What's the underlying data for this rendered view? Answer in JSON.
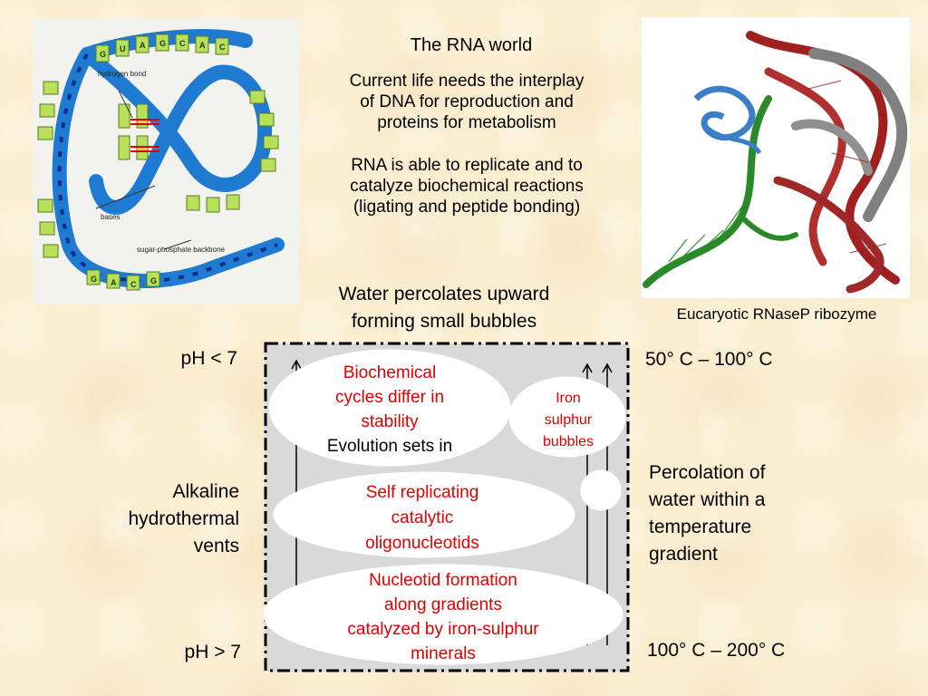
{
  "texts": {
    "title": "The RNA world",
    "interplay": [
      "Current life needs the interplay",
      "of DNA for reproduction and",
      "proteins for metabolism"
    ],
    "replicate": [
      "RNA is able to replicate and to",
      "catalyze biochemical reactions",
      "(ligating and peptide bonding)"
    ],
    "caption_ribozyme": "Eucaryotic RNaseP ribozyme",
    "water_percolates": [
      "Water percolates upward",
      "forming small bubbles"
    ],
    "ph_low": "pH < 7",
    "ph_high": "pH > 7",
    "temp_low": "50° C – 100° C",
    "temp_high": "100° C – 200° C",
    "alkaline": [
      "Alkaline",
      "hydrothermal",
      "vents"
    ],
    "percolation": [
      "Percolation of",
      "water within a",
      "temperature",
      "gradient"
    ]
  },
  "bubbles": {
    "biochemical_red": [
      "Biochemical",
      "cycles differ in",
      "stability"
    ],
    "biochemical_black": "Evolution sets in",
    "iron": [
      "Iron",
      "sulphur",
      "bubbles"
    ],
    "self_replicating": [
      "Self replicating",
      "catalytic",
      "oligonucleotids"
    ],
    "nucleotid": [
      "Nucleotid formation",
      "along gradients",
      "catalyzed by iron-sulphur",
      "minerals"
    ]
  },
  "rna_figure": {
    "labels": [
      "hydrogen bond",
      "bases",
      "sugar-phosphate backbone"
    ],
    "top_bases": [
      "G",
      "U",
      "A",
      "G",
      "C",
      "A",
      "C"
    ],
    "bottom_bases": [
      "G",
      "A",
      "C",
      "G"
    ]
  },
  "colors": {
    "accent_red": "#e00000",
    "panel_gray": "#d9d9d9",
    "background": "#fbeed0"
  }
}
